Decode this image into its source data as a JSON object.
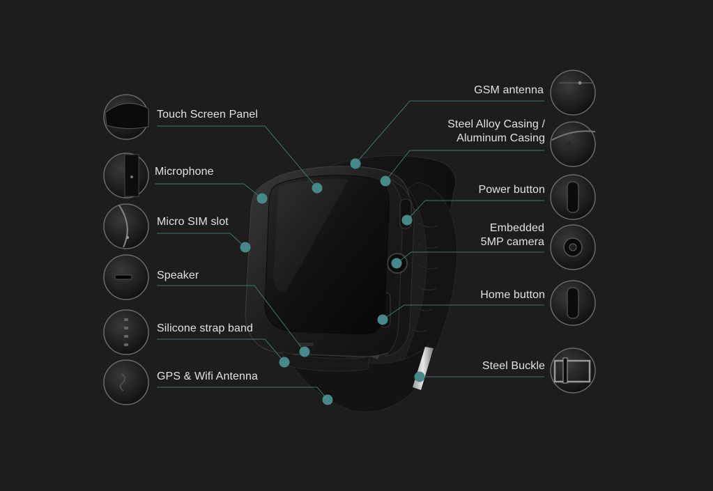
{
  "colors": {
    "background": "#1d1d1d",
    "leader_line": "#3f7674",
    "dot": "#46898a",
    "label_text": "#e2e2e2",
    "thumb_border": "#6a6a6a"
  },
  "left_features": [
    {
      "label": "Touch Screen Panel",
      "icon": "screen-panel-icon"
    },
    {
      "label": "Microphone",
      "icon": "microphone-icon"
    },
    {
      "label": "Micro SIM slot",
      "icon": "sim-slot-icon"
    },
    {
      "label": "Speaker",
      "icon": "speaker-icon"
    },
    {
      "label": "Silicone strap band",
      "icon": "strap-band-icon"
    },
    {
      "label": "GPS & Wifi Antenna",
      "icon": "antenna-icon"
    }
  ],
  "right_features": [
    {
      "label": "GSM antenna",
      "icon": "gsm-antenna-icon"
    },
    {
      "label": "Steel Alloy Casing /",
      "label2": "Aluminum Casing",
      "icon": "casing-icon"
    },
    {
      "label": "Power button",
      "icon": "power-button-icon"
    },
    {
      "label": "Embedded",
      "label2": "5MP camera",
      "icon": "camera-icon"
    },
    {
      "label": "Home button",
      "icon": "home-button-icon"
    },
    {
      "label": "Steel Buckle",
      "icon": "buckle-icon"
    }
  ]
}
